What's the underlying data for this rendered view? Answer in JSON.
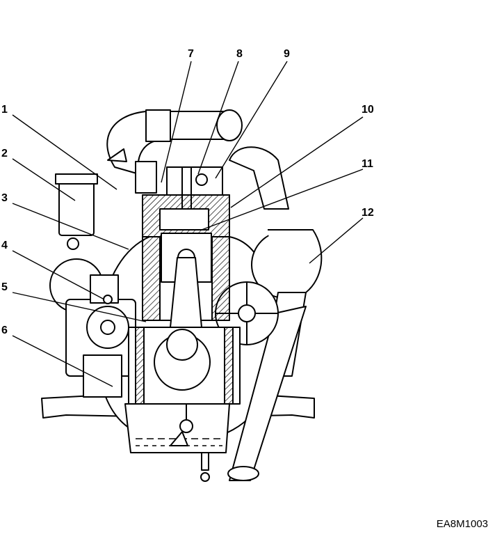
{
  "figure": {
    "callouts": [
      "1",
      "2",
      "3",
      "4",
      "5",
      "6",
      "7",
      "8",
      "9",
      "10",
      "11",
      "12"
    ],
    "drawing_code": "EA8M1003"
  }
}
